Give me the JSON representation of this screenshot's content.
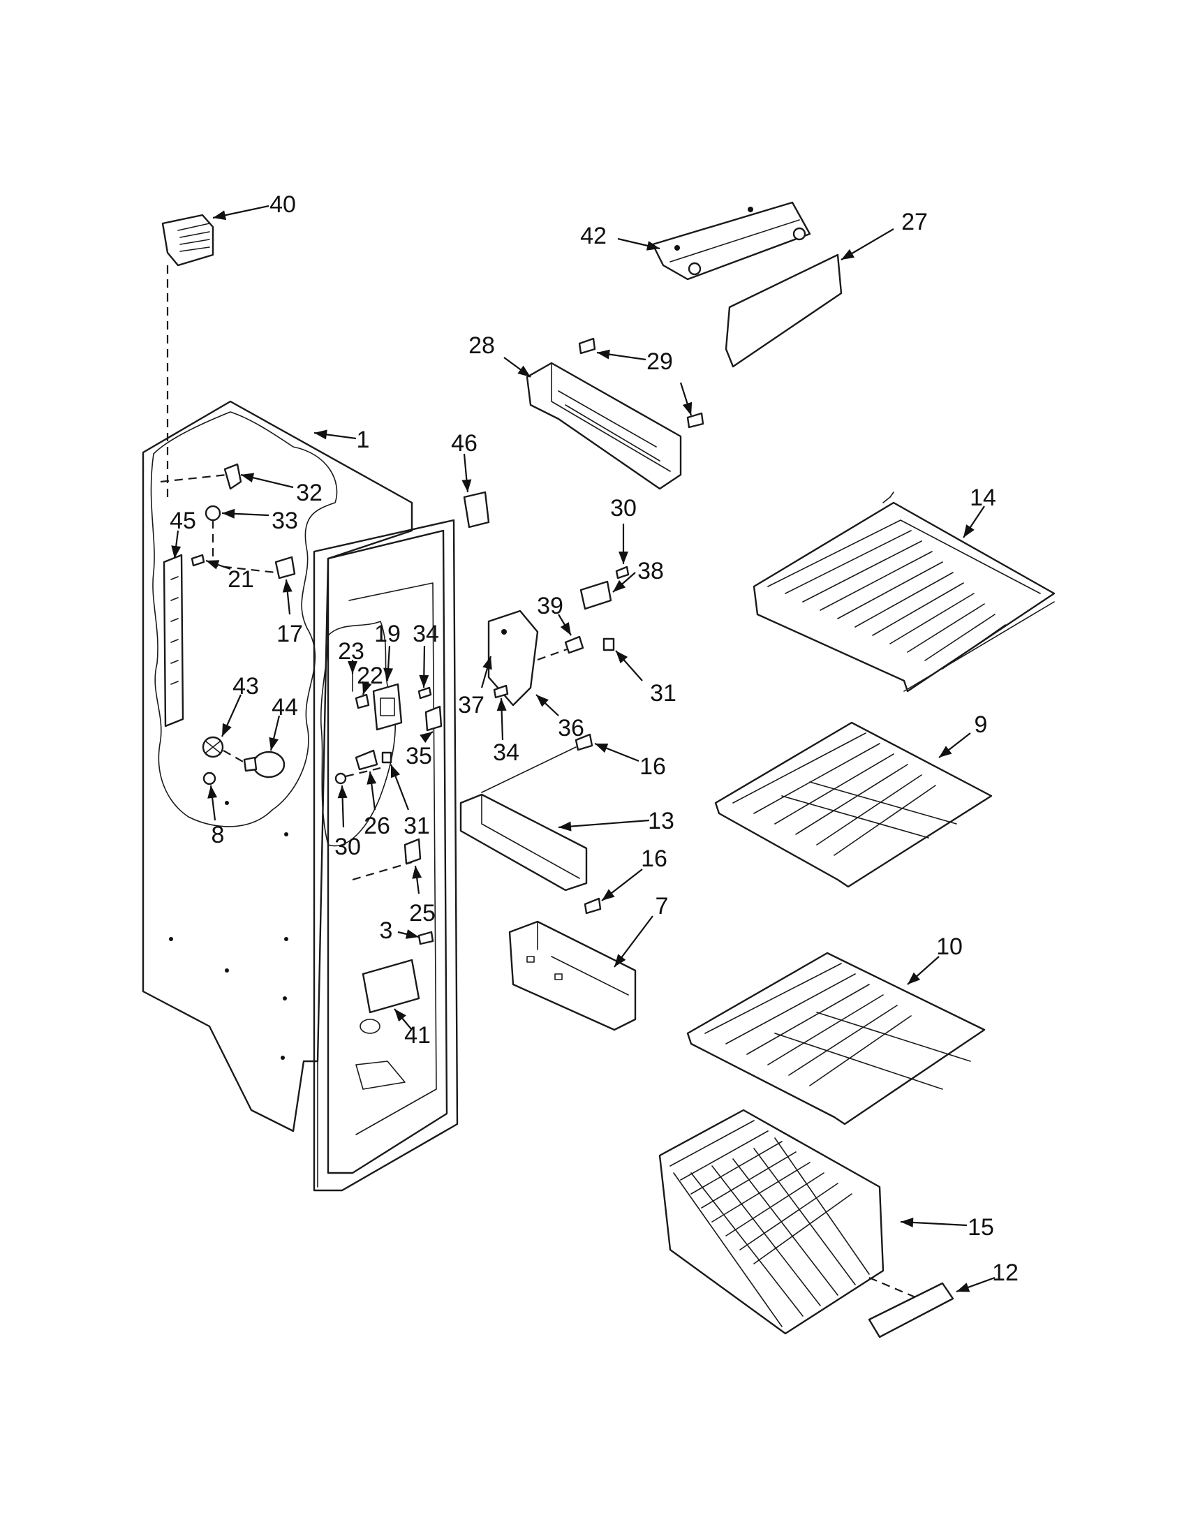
{
  "diagram": {
    "callouts": [
      {
        "id": "c40",
        "label": "40"
      },
      {
        "id": "c42",
        "label": "42"
      },
      {
        "id": "c27",
        "label": "27"
      },
      {
        "id": "c28",
        "label": "28"
      },
      {
        "id": "c29",
        "label": "29"
      },
      {
        "id": "c1",
        "label": "1"
      },
      {
        "id": "c46",
        "label": "46"
      },
      {
        "id": "c32",
        "label": "32"
      },
      {
        "id": "c33",
        "label": "33"
      },
      {
        "id": "c45",
        "label": "45"
      },
      {
        "id": "c21",
        "label": "21"
      },
      {
        "id": "c17",
        "label": "17"
      },
      {
        "id": "c30a",
        "label": "30"
      },
      {
        "id": "c38",
        "label": "38"
      },
      {
        "id": "c14",
        "label": "14"
      },
      {
        "id": "c39",
        "label": "39"
      },
      {
        "id": "c31a",
        "label": "31"
      },
      {
        "id": "c23",
        "label": "23"
      },
      {
        "id": "c19",
        "label": "19"
      },
      {
        "id": "c34a",
        "label": "34"
      },
      {
        "id": "c22",
        "label": "22"
      },
      {
        "id": "c37",
        "label": "37"
      },
      {
        "id": "c36",
        "label": "36"
      },
      {
        "id": "c34b",
        "label": "34"
      },
      {
        "id": "c43",
        "label": "43"
      },
      {
        "id": "c44",
        "label": "44"
      },
      {
        "id": "c35",
        "label": "35"
      },
      {
        "id": "c9",
        "label": "9"
      },
      {
        "id": "c16a",
        "label": "16"
      },
      {
        "id": "c8",
        "label": "8"
      },
      {
        "id": "c26",
        "label": "26"
      },
      {
        "id": "c31b",
        "label": "31"
      },
      {
        "id": "c13",
        "label": "13"
      },
      {
        "id": "c30b",
        "label": "30"
      },
      {
        "id": "c16b",
        "label": "16"
      },
      {
        "id": "c7",
        "label": "7"
      },
      {
        "id": "c25",
        "label": "25"
      },
      {
        "id": "c10",
        "label": "10"
      },
      {
        "id": "c3",
        "label": "3"
      },
      {
        "id": "c41",
        "label": "41"
      },
      {
        "id": "c15",
        "label": "15"
      },
      {
        "id": "c12",
        "label": "12"
      }
    ]
  }
}
